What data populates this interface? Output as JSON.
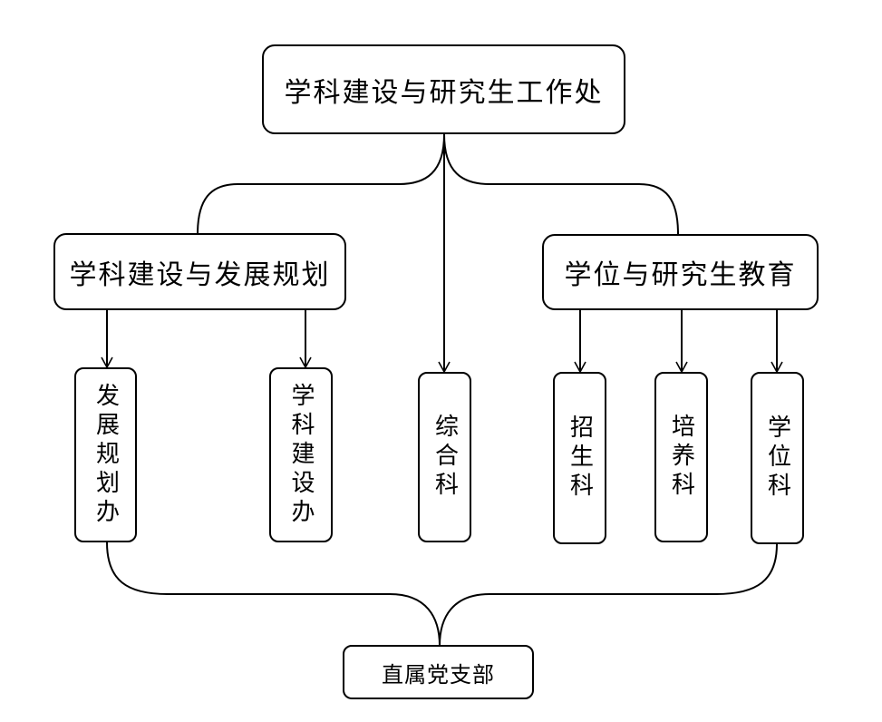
{
  "top": {
    "label": "学科建设与研究生工作处"
  },
  "groups": {
    "left": {
      "label": "学科建设与发展规划"
    },
    "right": {
      "label": "学位与研究生教育"
    }
  },
  "units": [
    {
      "id": "planning",
      "label": "发展规划办"
    },
    {
      "id": "discipline",
      "label": "学科建设办"
    },
    {
      "id": "general",
      "label": "综合科"
    },
    {
      "id": "admission",
      "label": "招生科"
    },
    {
      "id": "training",
      "label": "培养科"
    },
    {
      "id": "degree",
      "label": "学位科"
    }
  ],
  "bottom": {
    "label": "直属党支部"
  }
}
